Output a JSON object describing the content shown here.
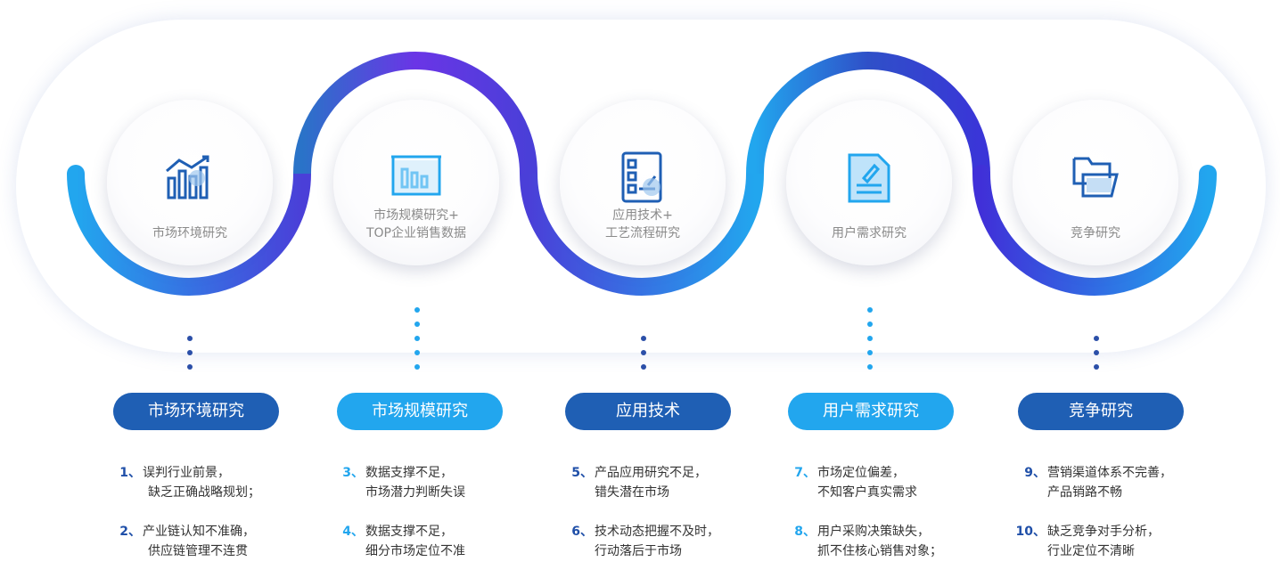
{
  "colors": {
    "dark_blue": "#1f5fb4",
    "light_blue": "#22a6ee",
    "purple": "#6a35e6"
  },
  "stages": [
    {
      "circle_title": [
        "市场环境研究"
      ],
      "icon": "line-chart-icon",
      "pill": "市场环境研究",
      "items": [
        {
          "num": "1、",
          "line1": "误判行业前景，",
          "line2": "缺乏正确战略规划；"
        },
        {
          "num": "2、",
          "line1": "产业链认知不准确，",
          "line2": "供应链管理不连贯"
        }
      ]
    },
    {
      "circle_title": [
        "市场规模研究+",
        "TOP企业销售数据"
      ],
      "icon": "bar-board-icon",
      "pill": "市场规模研究",
      "items": [
        {
          "num": "3、",
          "line1": "数据支撑不足，",
          "line2": "市场潜力判断失误"
        },
        {
          "num": "4、",
          "line1": "数据支撑不足，",
          "line2": "细分市场定位不准"
        }
      ]
    },
    {
      "circle_title": [
        "应用技术+",
        "工艺流程研究"
      ],
      "icon": "checklist-icon",
      "pill": "应用技术",
      "items": [
        {
          "num": "5、",
          "line1": "产品应用研究不足，",
          "line2": "错失潜在市场"
        },
        {
          "num": "6、",
          "line1": "技术动态把握不及时，",
          "line2": "行动落后于市场"
        }
      ]
    },
    {
      "circle_title": [
        "用户需求研究"
      ],
      "icon": "document-edit-icon",
      "pill": "用户需求研究",
      "items": [
        {
          "num": "7、",
          "line1": "市场定位偏差，",
          "line2": "不知客户真实需求"
        },
        {
          "num": "8、",
          "line1": "用户采购决策缺失，",
          "line2": "抓不住核心销售对象；"
        }
      ]
    },
    {
      "circle_title": [
        "竞争研究"
      ],
      "icon": "folders-icon",
      "pill": "竞争研究",
      "items": [
        {
          "num": "9、",
          "line1": "营销渠道体系不完善，",
          "line2": "产品销路不畅"
        },
        {
          "num": "10、",
          "line1": "缺乏竞争对手分析，",
          "line2": "行业定位不清晰"
        }
      ]
    }
  ]
}
